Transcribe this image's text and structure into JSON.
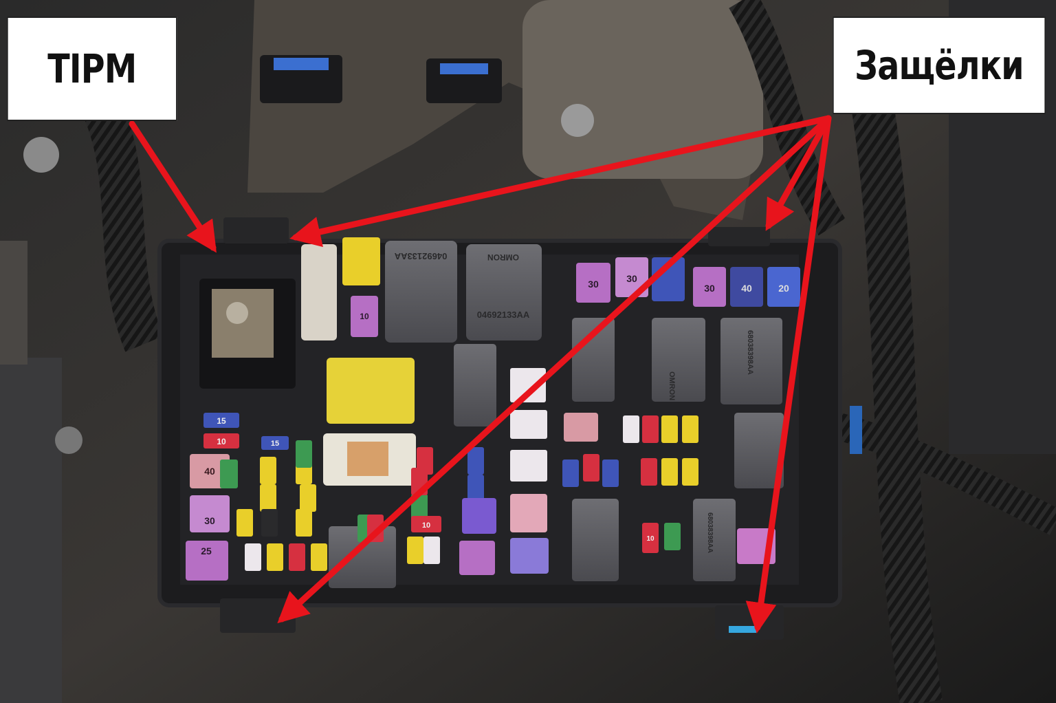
{
  "labels": {
    "tipm": "TIPM",
    "latches": "Защёлки"
  },
  "part_numbers": {
    "relay_1": "04692133AA",
    "relay_2": "04692133AA",
    "relay_3": "68038398AA",
    "relay_4": "68038398AA"
  },
  "brand": "OMRON",
  "fuse_ratings": {
    "big_fuse_1": "30",
    "big_fuse_2": "30",
    "big_fuse_3": "30",
    "big_fuse_4": "40",
    "big_fuse_5": "20",
    "left_1": "15",
    "left_2": "10",
    "left_3": "40",
    "left_4": "30",
    "left_5": "25",
    "mini_1": "10",
    "mini_2": "10",
    "mini_3": "15",
    "mini_4": "10"
  },
  "colors": {
    "arrow": "#e8141c",
    "label_bg": "#ffffff",
    "box_plastic": "#1c1c1e",
    "relay": "#5d5d62",
    "fuse_yellow": "#e9cf2a",
    "fuse_violet": "#b66fc4",
    "fuse_blue": "#3f55b8",
    "fuse_red": "#d63040",
    "fuse_green": "#3d9a52",
    "fuse_pink": "#d89aa4"
  }
}
